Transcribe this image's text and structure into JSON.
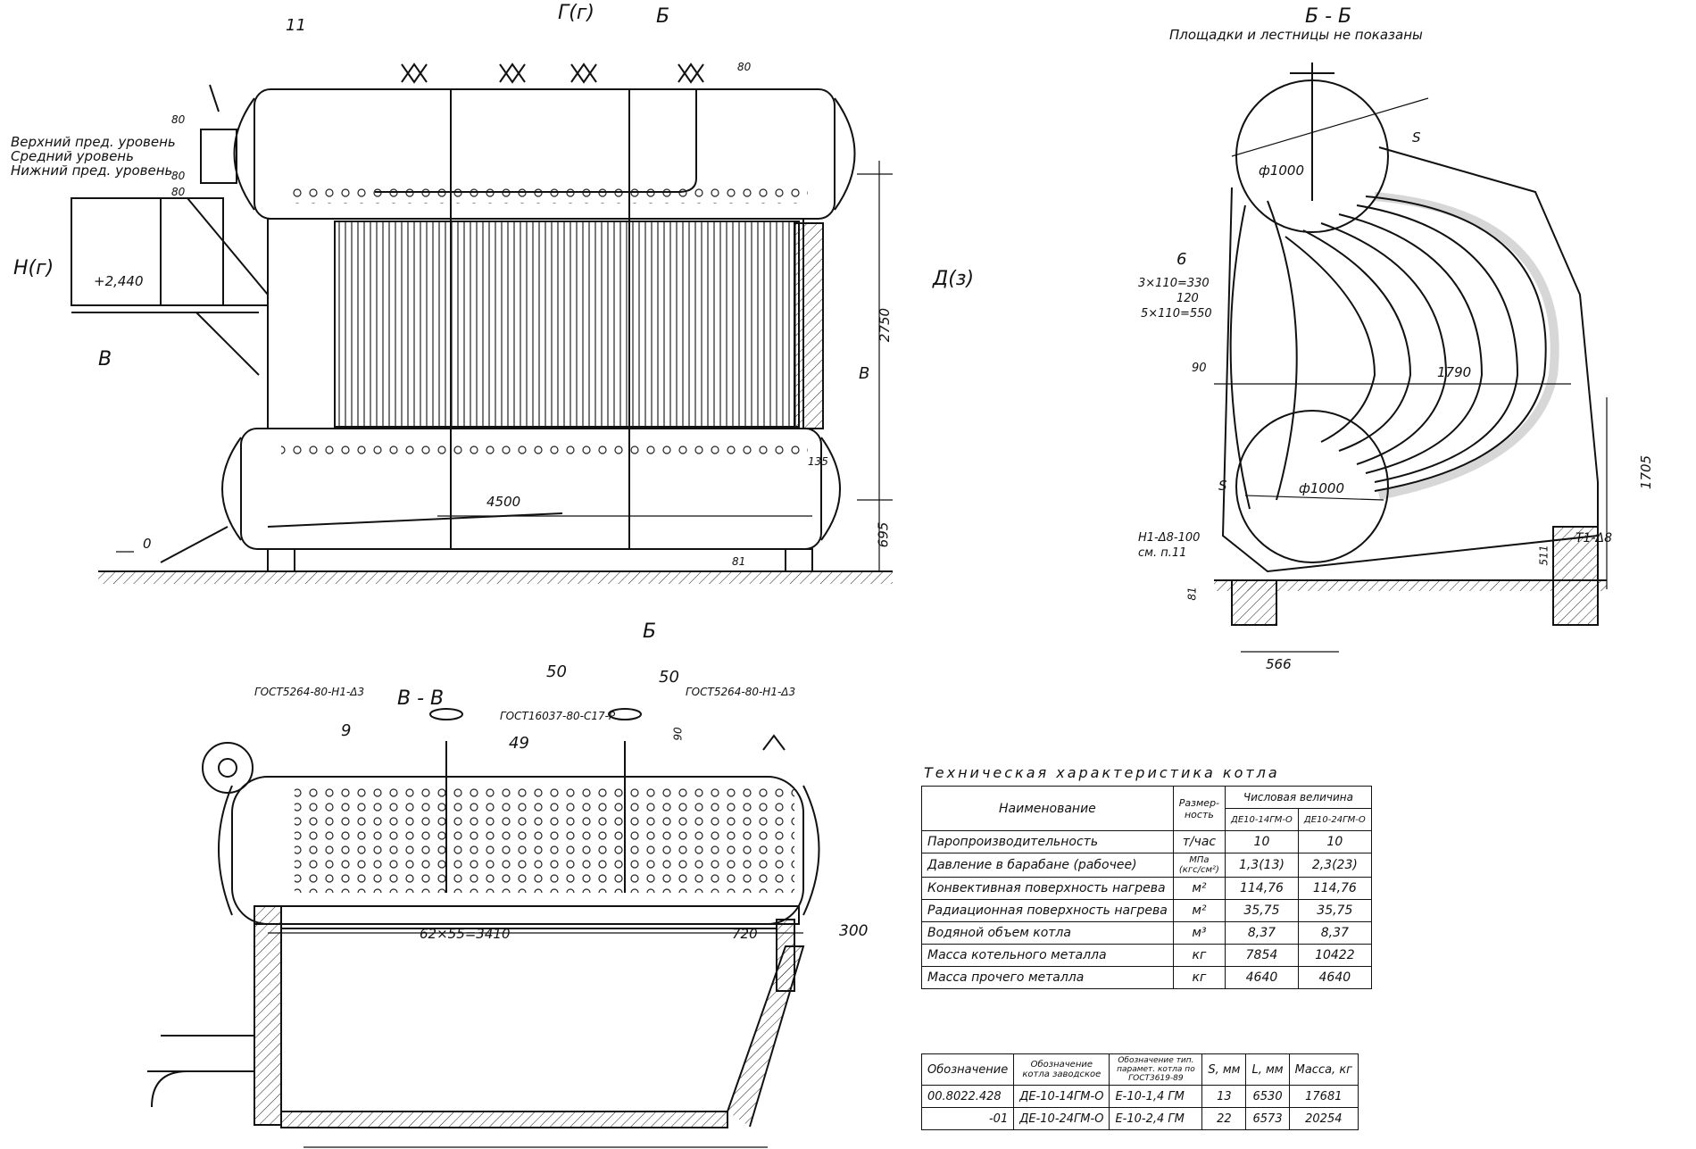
{
  "front_view": {
    "marker_top": "Г(г)",
    "marker_b_top": "Б",
    "marker_b_bottom": "Б",
    "marker_h": "Н(г)",
    "marker_d": "Д(з)",
    "marker_v_left": "В",
    "marker_v_right": "В",
    "callout_11": "11",
    "levels": [
      "Верхний пред. уровень",
      "Средний уровень",
      "Нижний пред. уровень"
    ],
    "dim_80a": "80",
    "dim_80b": "80",
    "dim_80c": "80",
    "dim_80_top": "80",
    "elev_platform": "+2,440",
    "elev_zero": "0",
    "dim_2750": "2750",
    "dim_695": "695",
    "dim_4500": "4500",
    "dim_135": "135",
    "dim_81": "81"
  },
  "section_bb": {
    "title": "Б - Б",
    "note": "Площадки и лестницы не показаны",
    "s_top": "S",
    "s_bottom": "S",
    "drum_top": "ф1000",
    "drum_bottom": "ф1000",
    "callout_6": "6",
    "pitch_1": "3×110=330",
    "pitch_2": "120",
    "pitch_3": "5×110=550",
    "dim_90": "90",
    "dim_1790": "1790",
    "dim_1705": "1705",
    "dim_511": "511",
    "dim_81": "81",
    "dim_566": "566",
    "label_left": "Н1-Δ8-100",
    "label_left2": "см. п.11",
    "label_right": "Т1-Δ8"
  },
  "section_vv": {
    "title": "В - В",
    "gost_left": "ГОСТ5264-80-Н1-Δ3",
    "gost_right": "ГОСТ5264-80-Н1-Δ3",
    "gost_mid": "ГОСТ16037-80-С17-Р",
    "callout_9": "9",
    "callout_50a": "50",
    "callout_50b": "50",
    "callout_49": "49",
    "dim_90": "90",
    "dim_pitch": "62×55=3410",
    "dim_720": "720",
    "dim_300": "300"
  },
  "tech_table": {
    "caption": "Техническая характеристика котла",
    "headers": [
      "Наименование",
      "Размер-ность",
      "Числовая величина"
    ],
    "sub_headers": [
      "ДЕ10-14ГМ-О",
      "ДЕ10-24ГМ-О"
    ],
    "rows": [
      [
        "Паропроизводительность",
        "т/час",
        "10",
        "10"
      ],
      [
        "Давление в барабане (рабочее)",
        "МПа (кгс/см²)",
        "1,3(13)",
        "2,3(23)"
      ],
      [
        "Конвективная поверхность нагрева",
        "м²",
        "114,76",
        "114,76"
      ],
      [
        "Радиационная поверхность нагрева",
        "м²",
        "35,75",
        "35,75"
      ],
      [
        "Водяной объем котла",
        "м³",
        "8,37",
        "8,37"
      ],
      [
        "Масса котельного металла",
        "кг",
        "7854",
        "10422"
      ],
      [
        "Масса прочего металла",
        "кг",
        "4640",
        "4640"
      ]
    ]
  },
  "desig_table": {
    "headers": [
      "Обозначение",
      "Обозначение котла заводское",
      "Обозначение тип. парамет. котла по ГОСТ3619-89",
      "S, мм",
      "L, мм",
      "Масса, кг"
    ],
    "rows": [
      [
        "00.8022.428",
        "ДЕ-10-14ГМ-О",
        "Е-10-1,4 ГМ",
        "13",
        "6530",
        "17681"
      ],
      [
        "-01",
        "ДЕ-10-24ГМ-О",
        "Е-10-2,4 ГМ",
        "22",
        "6573",
        "20254"
      ]
    ]
  }
}
